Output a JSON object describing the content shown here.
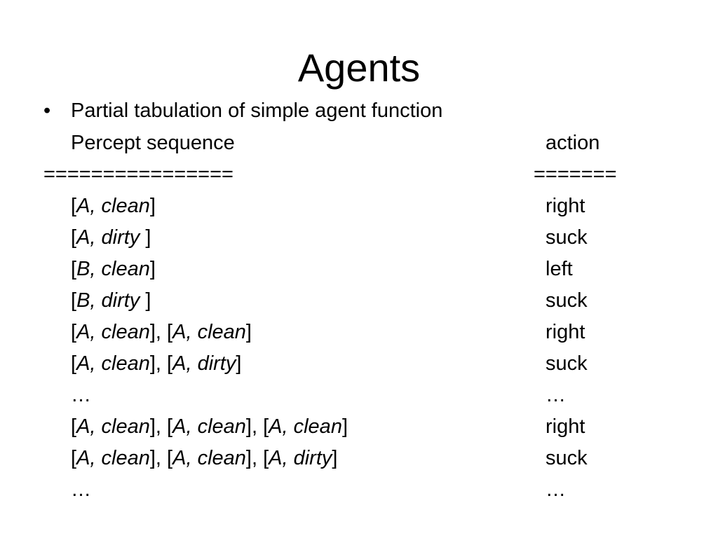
{
  "title": "Agents",
  "bullet": {
    "dot": "•",
    "text": "Partial tabulation of simple agent function"
  },
  "header": {
    "percept_label": "Percept sequence",
    "action_label": "action",
    "separator_left": "================",
    "separator_right": "======="
  },
  "rows": [
    {
      "percepts": [
        {
          "loc": "A",
          "status": "clean",
          "trail": ""
        }
      ],
      "action": "right"
    },
    {
      "percepts": [
        {
          "loc": "A",
          "status": "dirty",
          "trail": " "
        }
      ],
      "action": "suck"
    },
    {
      "percepts": [
        {
          "loc": "B",
          "status": "clean",
          "trail": ""
        }
      ],
      "action": "left"
    },
    {
      "percepts": [
        {
          "loc": "B",
          "status": "dirty",
          "trail": " "
        }
      ],
      "action": "suck"
    },
    {
      "percepts": [
        {
          "loc": "A",
          "status": "clean",
          "trail": ""
        },
        {
          "loc": "A",
          "status": "clean",
          "trail": ""
        }
      ],
      "action": "right"
    },
    {
      "percepts": [
        {
          "loc": "A",
          "status": "clean",
          "trail": ""
        },
        {
          "loc": "A",
          "status": "dirty",
          "trail": ""
        }
      ],
      "action": "suck"
    },
    {
      "ellipsis": true,
      "percept_text": "…",
      "action": "…"
    },
    {
      "percepts": [
        {
          "loc": "A",
          "status": "clean",
          "trail": ""
        },
        {
          "loc": "A",
          "status": "clean",
          "trail": ""
        },
        {
          "loc": "A",
          "status": "clean",
          "trail": ""
        }
      ],
      "action": "right"
    },
    {
      "percepts": [
        {
          "loc": "A",
          "status": "clean",
          "trail": ""
        },
        {
          "loc": "A",
          "status": "clean",
          "trail": ""
        },
        {
          "loc": "A",
          "status": "dirty",
          "trail": ""
        }
      ],
      "action": "suck"
    },
    {
      "ellipsis": true,
      "percept_text": "…",
      "action": "…"
    }
  ]
}
